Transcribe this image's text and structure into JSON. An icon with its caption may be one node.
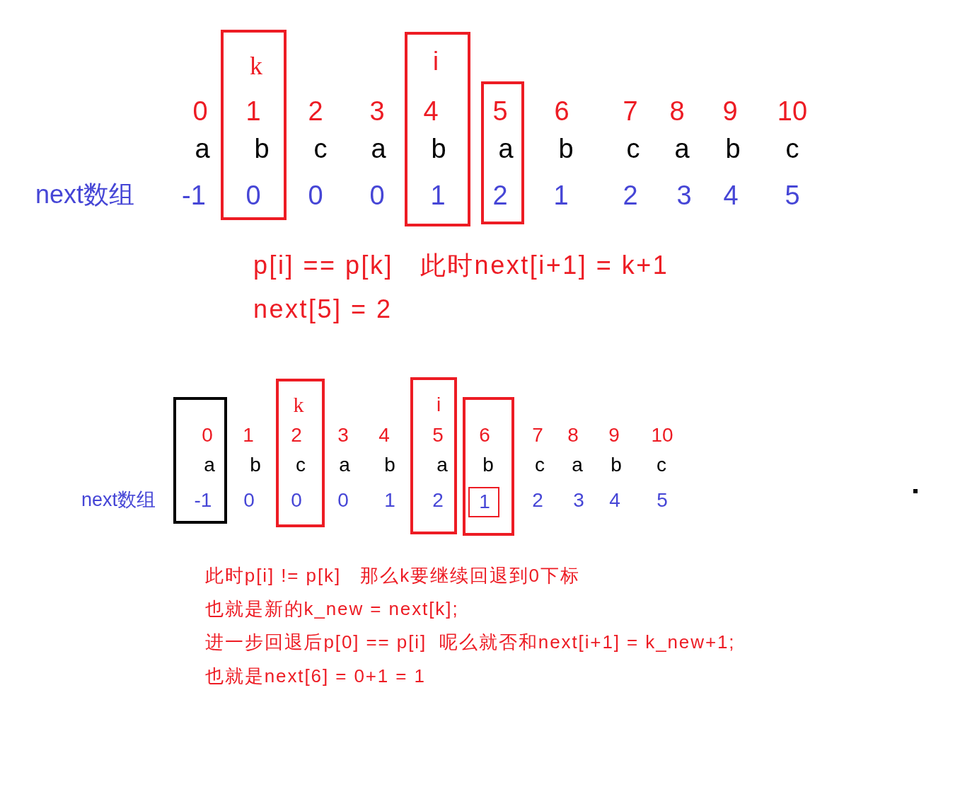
{
  "diagram": {
    "nodes": [
      {
        "text": [
          "k",
          "1",
          "b",
          "0"
        ]
      },
      {
        "text": [
          "i",
          "4",
          "b",
          "1"
        ]
      },
      {
        "text": [
          "5",
          "a",
          "2"
        ]
      },
      {
        "text": [
          "0",
          "a",
          "-1"
        ]
      },
      {
        "text": [
          "k",
          "2",
          "c",
          "0"
        ]
      },
      {
        "text": [
          "i",
          "5",
          "a",
          "2"
        ]
      },
      {
        "text": [
          "6",
          "b"
        ]
      },
      {
        "text": [
          "1"
        ],
        "in": 6
      }
    ],
    "labels": [
      "0",
      "2",
      "3",
      "6",
      "7",
      "8",
      "9",
      "10",
      "a",
      "c",
      "a",
      "b",
      "c",
      "a",
      "b",
      "c",
      "next数组",
      "-1",
      "0",
      "0",
      "1",
      "2",
      "3",
      "4",
      "5",
      "p[i] == p[k]   此时next[i+1] = k+1",
      "next[5] = 2",
      "1",
      "3",
      "4",
      "7",
      "8",
      "9",
      "10",
      "b",
      "a",
      "b",
      "c",
      "a",
      "b",
      "c",
      "next数组",
      "0",
      "0",
      "1",
      "2",
      "3",
      "4",
      "5",
      "此时p[i] != p[k]   那么k要继续回退到0下标",
      "也就是新的k_new = next[k];",
      "进一步回退后p[0] == p[i]  呢么就否和next[i+1] = k_new+1;",
      "也就是next[6] = 0+1 = 1"
    ]
  }
}
